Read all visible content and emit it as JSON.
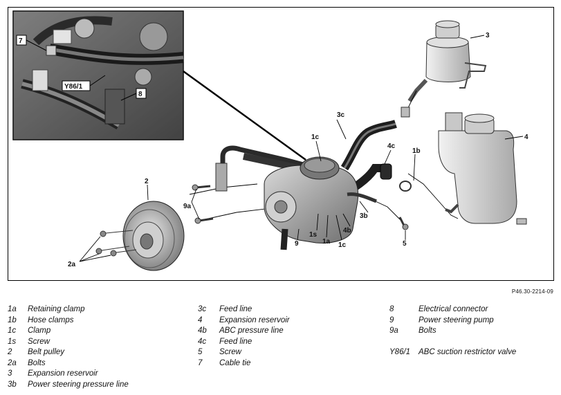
{
  "figure": {
    "reference": "P46.30-2214-09",
    "inset_callouts": {
      "cable_tie": "7",
      "valve": "Y86/1",
      "connector": "8"
    },
    "callouts": {
      "c3": "3",
      "c3c": "3c",
      "c1c_top": "1c",
      "c4c": "4c",
      "c1b": "1b",
      "c4": "4",
      "c2": "2",
      "c9a": "9a",
      "c3b": "3b",
      "c4b": "4b",
      "c5": "5",
      "c1s": "1s",
      "c1a": "1a",
      "c1c_bottom": "1c",
      "c9": "9",
      "c2a": "2a"
    }
  },
  "legend": {
    "col1": [
      {
        "code": "1a",
        "text": "Retaining clamp"
      },
      {
        "code": "1b",
        "text": "Hose clamps"
      },
      {
        "code": "1c",
        "text": "Clamp"
      },
      {
        "code": "1s",
        "text": "Screw"
      },
      {
        "code": "2",
        "text": "Belt pulley"
      },
      {
        "code": "2a",
        "text": "Bolts"
      },
      {
        "code": "3",
        "text": "Expansion reservoir"
      },
      {
        "code": "3b",
        "text": "Power steering pressure line"
      }
    ],
    "col2": [
      {
        "code": "3c",
        "text": "Feed line"
      },
      {
        "code": "4",
        "text": "Expansion reservoir"
      },
      {
        "code": "4b",
        "text": "ABC pressure line"
      },
      {
        "code": "4c",
        "text": "Feed line"
      },
      {
        "code": "5",
        "text": "Screw"
      },
      {
        "code": "7",
        "text": "Cable tie"
      }
    ],
    "col3": [
      {
        "code": "8",
        "text": "Electrical connector"
      },
      {
        "code": "9",
        "text": "Power steering pump"
      },
      {
        "code": "9a",
        "text": "Bolts"
      },
      {
        "code": "",
        "text": ""
      },
      {
        "code": "Y86/1",
        "text": "ABC suction restrictor valve"
      }
    ]
  }
}
